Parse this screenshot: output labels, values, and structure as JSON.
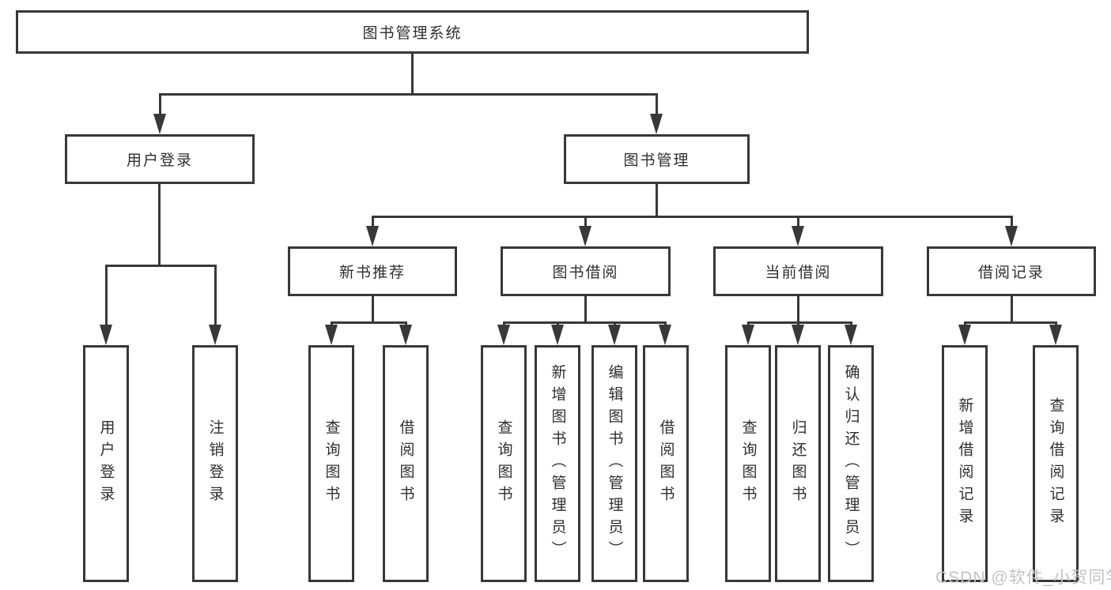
{
  "diagram": {
    "title_node": "图书管理系统",
    "level2": {
      "user_login": "用户登录",
      "book_management": "图书管理"
    },
    "level3": {
      "new_book_recommend": "新书推荐",
      "book_borrow": "图书借阅",
      "current_borrow": "当前借阅",
      "borrow_records": "借阅记录"
    },
    "leaves": {
      "user_login": [
        "用户登录",
        "注销登录"
      ],
      "new_book": [
        "查询图书",
        "借阅图书"
      ],
      "borrow": [
        "查询图书",
        "新增图书（管理员）",
        "编辑图书（管理员）",
        "借阅图书"
      ],
      "current": [
        "查询图书",
        "归还图书",
        "确认归还（管理员）"
      ],
      "records": [
        "新增借阅记录",
        "查询借阅记录"
      ]
    },
    "colors": {
      "line": "#383838",
      "watermark": "#c3c3c3"
    },
    "watermark": "CSDN @软件_小贺同学"
  }
}
